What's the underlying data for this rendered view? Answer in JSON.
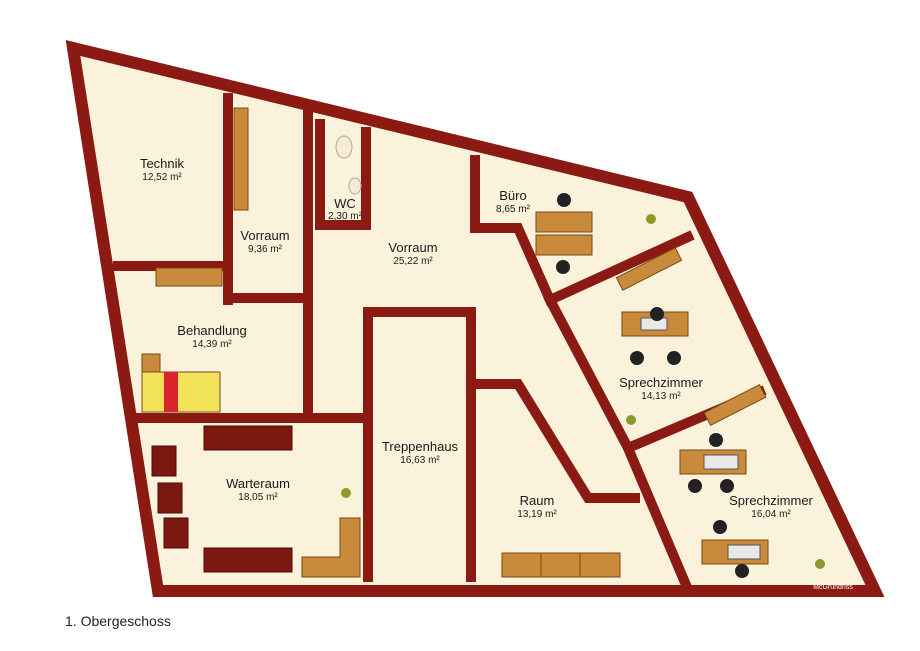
{
  "floor_label": "1. Obergeschoss",
  "watermark": "McGrundriss",
  "colors": {
    "wall": "#8b1a12",
    "floor": "#fbf2dc",
    "wood": "#c98a3b",
    "sofa": "#7a1810",
    "bed_red": "#d8242a",
    "bed_yellow": "#f3e35a"
  },
  "rooms": [
    {
      "id": "technik",
      "name": "Technik",
      "area": "12,52 m²"
    },
    {
      "id": "vorraum-small",
      "name": "Vorraum",
      "area": "9,36 m²"
    },
    {
      "id": "wc",
      "name": "WC",
      "area": "2,30 m²"
    },
    {
      "id": "vorraum-large",
      "name": "Vorraum",
      "area": "25,22 m²"
    },
    {
      "id": "buero",
      "name": "Büro",
      "area": "8,65 m²"
    },
    {
      "id": "behandlung",
      "name": "Behandlung",
      "area": "14,39 m²"
    },
    {
      "id": "sprechzimmer-1",
      "name": "Sprechzimmer",
      "area": "14,13 m²"
    },
    {
      "id": "treppenhaus",
      "name": "Treppenhaus",
      "area": "16,63 m²"
    },
    {
      "id": "warteraum",
      "name": "Warteraum",
      "area": "18,05 m²"
    },
    {
      "id": "raum",
      "name": "Raum",
      "area": "13,19 m²"
    },
    {
      "id": "sprechzimmer-2",
      "name": "Sprechzimmer",
      "area": "16,04 m²"
    }
  ]
}
